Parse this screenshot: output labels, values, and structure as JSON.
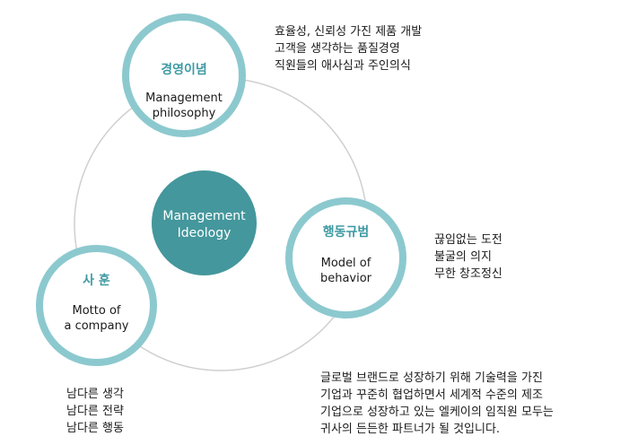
{
  "center": {
    "label": "Management\nIdeology"
  },
  "nodes": {
    "philosophy": {
      "title_ko": "경영이념",
      "title_en": "Management\nphilosophy",
      "lines": [
        "효율성, 신뢰성 가진 제품 개발",
        "고객을 생각하는 품질경영",
        "직원들의 애사심과 주인의식"
      ]
    },
    "behavior": {
      "title_ko": "행동규범",
      "title_en": "Model of\nbehavior",
      "lines": [
        "끊임없는 도전",
        "불굴의 의지",
        "무한 창조정신"
      ]
    },
    "motto": {
      "title_ko": "사 훈",
      "title_en": "Motto of\na company",
      "lines": [
        "남다른 생각",
        "남다른 전략",
        "남다른 행동"
      ]
    }
  },
  "partner_statement": {
    "lines": [
      "글로벌 브랜드로 성장하기 위해 기술력을 가진",
      "기업과 꾸준히 협업하면서 세계적 수준의 제조",
      "기업으로 성장하고 있는 엘케이의 임직원 모두는",
      "귀사의 든든한 파트너가 될 것입니다."
    ]
  },
  "colors": {
    "ring": "#8cc9cf",
    "title_text": "#3e9aa3",
    "center_fill": "#44979c",
    "connector": "#cfcfcf"
  }
}
